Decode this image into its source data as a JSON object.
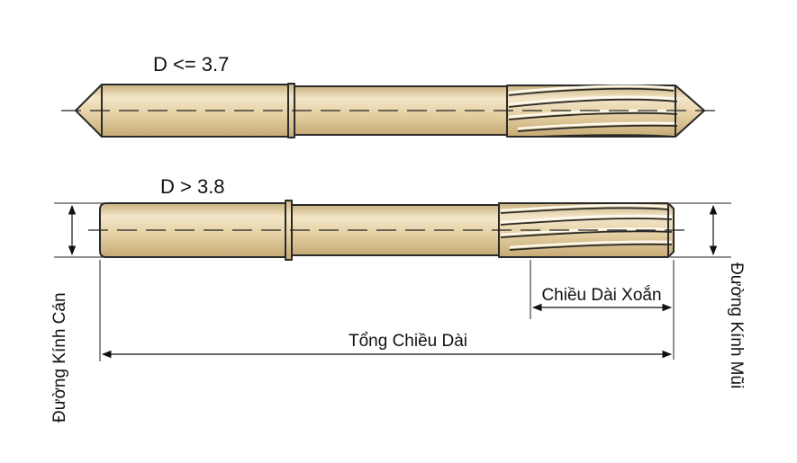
{
  "tools": {
    "small": {
      "label": "D <= 3.7"
    },
    "large": {
      "label": "D > 3.8"
    }
  },
  "dimensions": {
    "shank_diameter": "Đường Kính Cán",
    "flute_length": "Chiều Dài Xoắn",
    "overall_length": "Tổng Chiều Dài",
    "tip_diameter": "Đường Kính Mũi"
  },
  "colors": {
    "body": "#e7d4aa",
    "body_light": "#f6ecd6",
    "body_dark": "#cdb482",
    "outline": "#2a2a2a"
  }
}
